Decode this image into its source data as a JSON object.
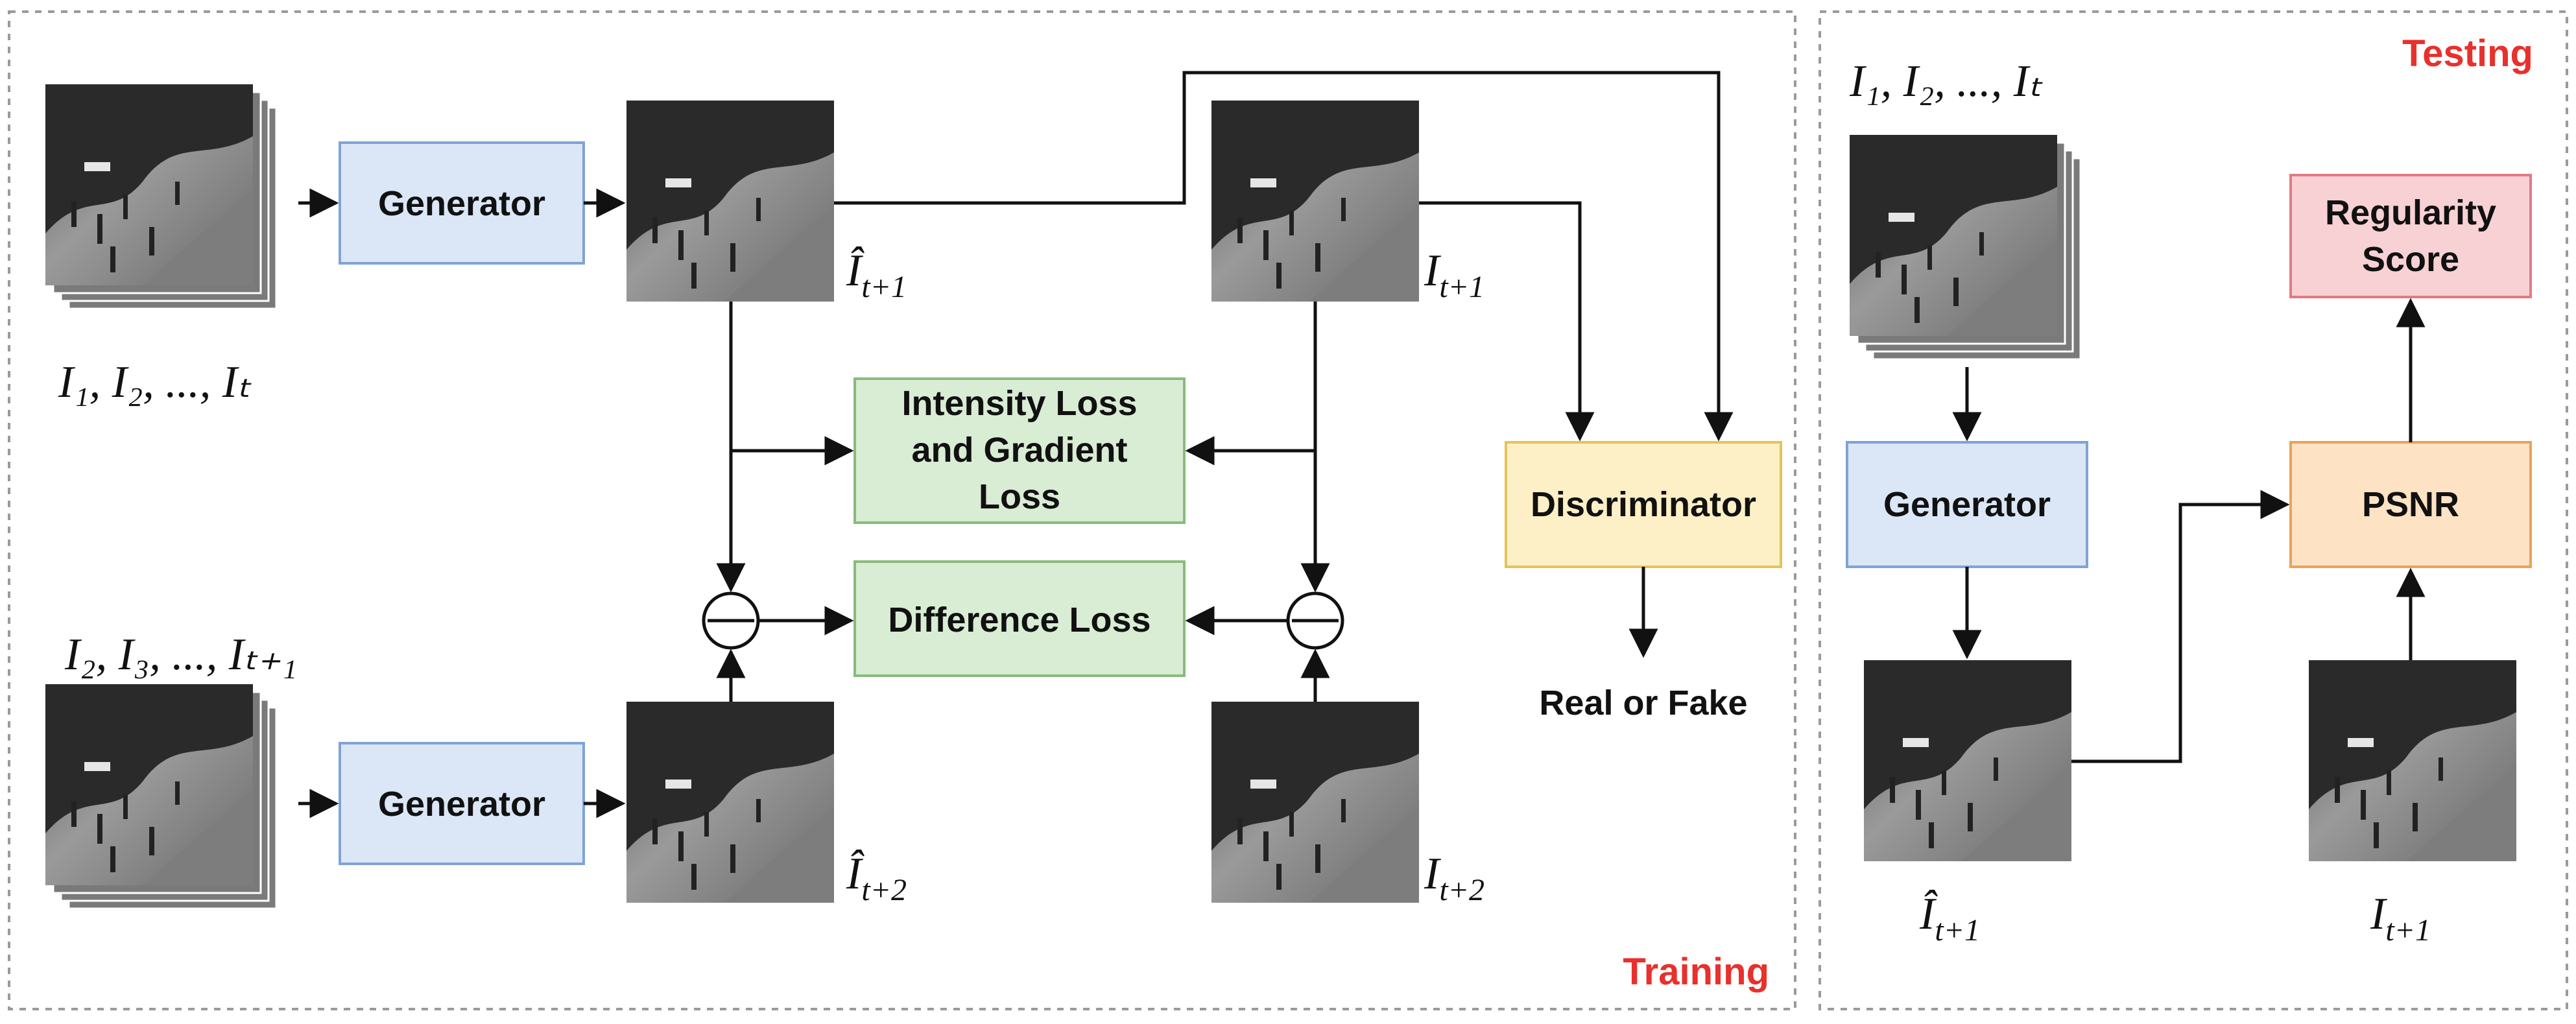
{
  "panels": {
    "training_label": "Training",
    "testing_label": "Testing"
  },
  "boxes": {
    "generator_top": "Generator",
    "generator_bottom": "Generator",
    "intensity_loss_line1": "Intensity Loss",
    "intensity_loss_line2": "and Gradient",
    "intensity_loss_line3": "Loss",
    "difference_loss": "Difference Loss",
    "discriminator": "Discriminator",
    "real_or_fake": "Real or Fake",
    "generator_test": "Generator",
    "psnr": "PSNR",
    "regularity_line1": "Regularity",
    "regularity_line2": "Score"
  },
  "math": {
    "input_seq_top": "I₁, I₂, ..., Iₜ",
    "input_seq_bottom": "I₂, I₃, ..., Iₜ₊₁",
    "pred_t1": "Î",
    "pred_t1_sub": "t+1",
    "gt_t1": "I",
    "gt_t1_sub": "t+1",
    "pred_t2": "Î",
    "pred_t2_sub": "t+2",
    "gt_t2": "I",
    "gt_t2_sub": "t+2",
    "test_input_seq": "I₁, I₂, ..., Iₜ",
    "test_pred": "Î",
    "test_pred_sub": "t+1",
    "test_gt": "I",
    "test_gt_sub": "t+1"
  },
  "colors": {
    "generator_fill": "#dbe7f7",
    "generator_stroke": "#7fa3d6",
    "loss_fill": "#d9ecd4",
    "loss_stroke": "#88bb7c",
    "discriminator_fill": "#fdf0c6",
    "discriminator_stroke": "#e6c25a",
    "psnr_fill": "#fde2c4",
    "psnr_stroke": "#e8a35a",
    "regularity_fill": "#f7d1d4",
    "regularity_stroke": "#e07b84",
    "panel_label": "#e8302c"
  }
}
